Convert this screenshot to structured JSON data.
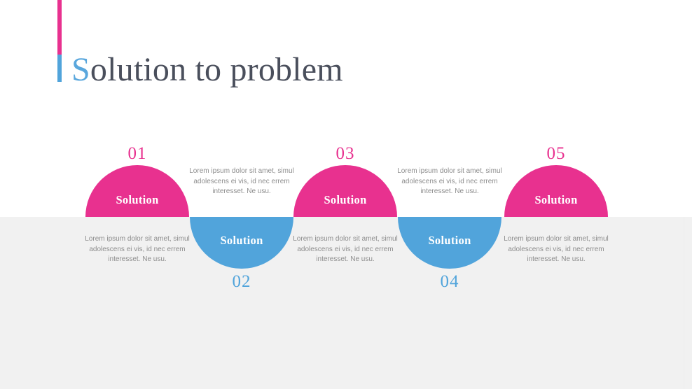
{
  "slide": {
    "title_lead": "S",
    "title_rest": "olution to problem",
    "title_full": "Solution to problem"
  },
  "colors": {
    "pink": "#e8318f",
    "blue": "#51a4db",
    "title_text": "#4a4f5c",
    "title_lead": "#5aa7dd",
    "body_text": "#8d8d8d",
    "band": "#f1f1f1",
    "page_background": "#ffffff"
  },
  "body_copy": "Lorem ipsum dolor sit amet, simul adolescens ei vis, id nec errem interesset. Ne usu.",
  "steps": [
    {
      "number": "01",
      "dome_label": "Solution",
      "text": "Lorem ipsum dolor sit amet, simul adolescens ei vis, id nec errem interesset. Ne usu.",
      "accent": "pink",
      "orientation": "up"
    },
    {
      "number": "02",
      "dome_label": "Solution",
      "text": "Lorem ipsum dolor sit amet, simul adolescens ei vis, id nec errem interesset. Ne usu.",
      "accent": "blue",
      "orientation": "down"
    },
    {
      "number": "03",
      "dome_label": "Solution",
      "text": "Lorem ipsum dolor sit amet, simul adolescens ei vis, id nec errem interesset. Ne usu.",
      "accent": "pink",
      "orientation": "up"
    },
    {
      "number": "04",
      "dome_label": "Solution",
      "text": "Lorem ipsum dolor sit amet, simul adolescens ei vis, id nec errem interesset. Ne usu.",
      "accent": "blue",
      "orientation": "down"
    },
    {
      "number": "05",
      "dome_label": "Solution",
      "text": "Lorem ipsum dolor sit amet, simul adolescens ei vis, id nec errem interesset. Ne usu.",
      "accent": "pink",
      "orientation": "up"
    }
  ]
}
